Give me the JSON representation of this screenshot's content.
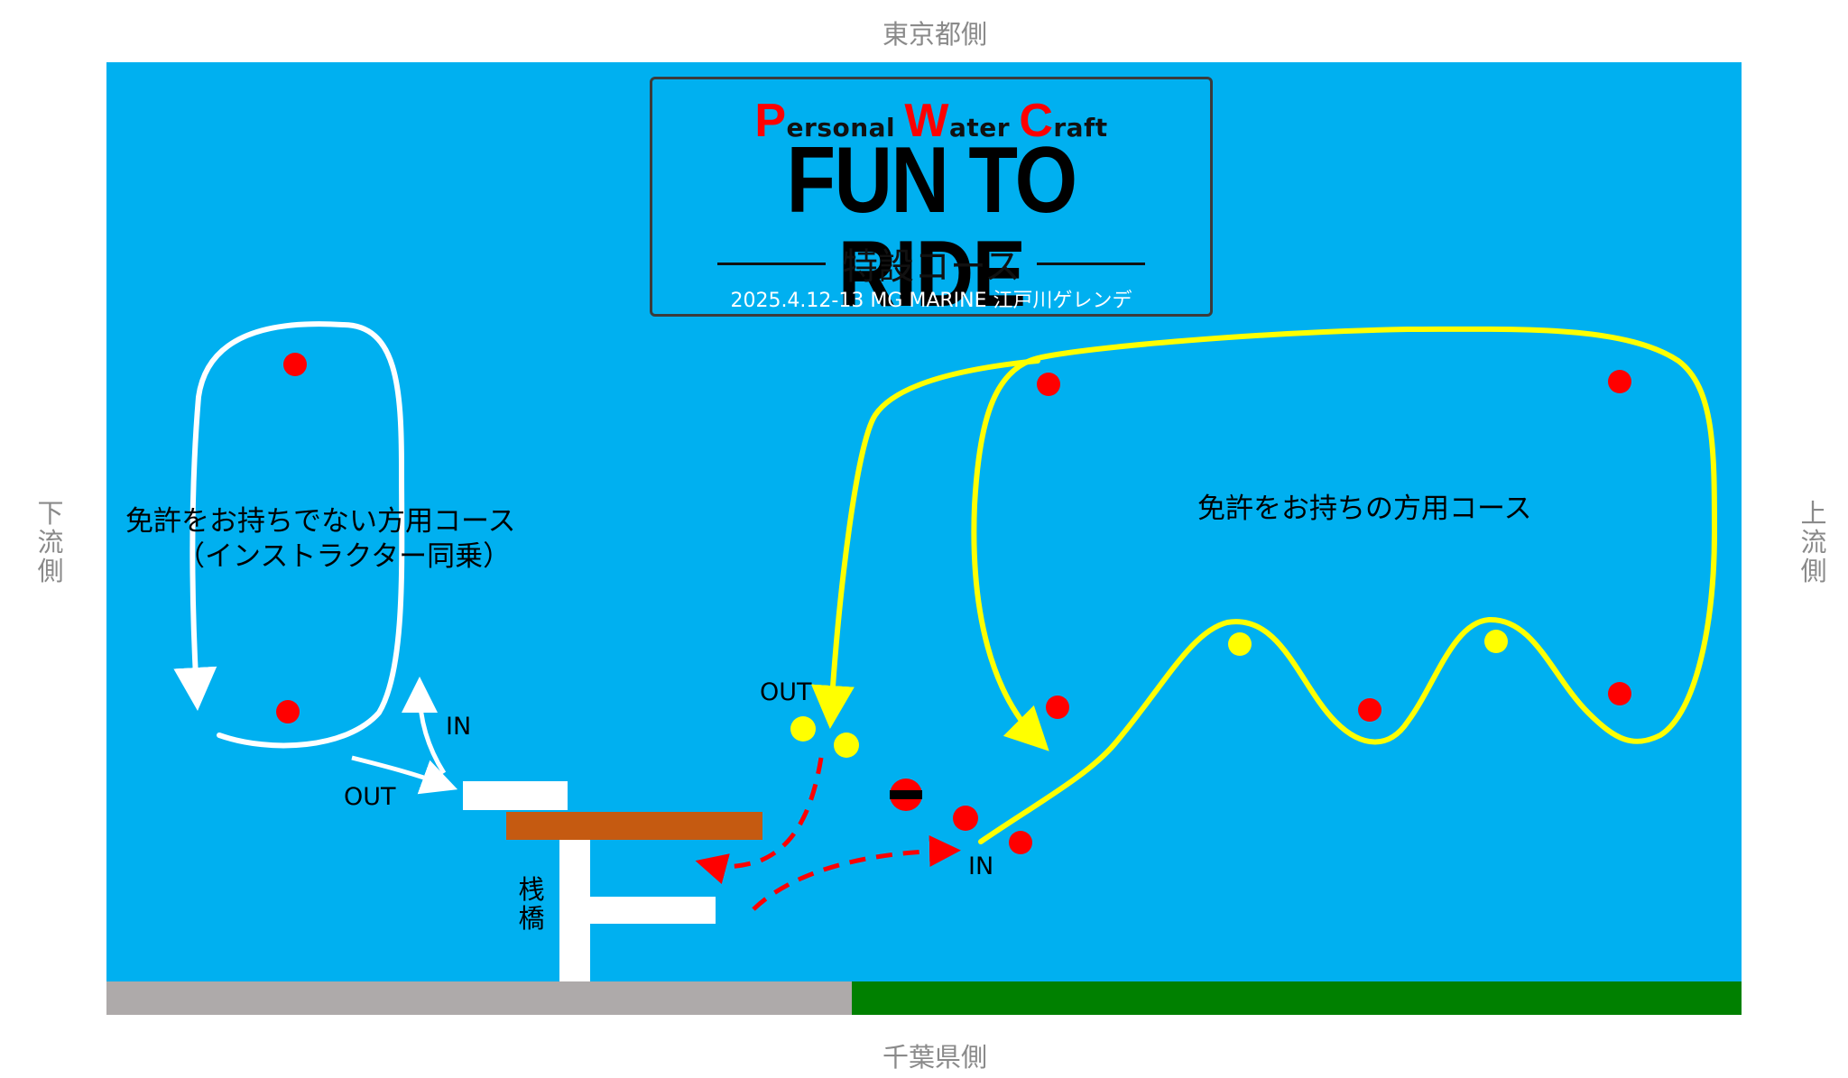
{
  "directions": {
    "top": "東京都側",
    "bottom": "千葉県側",
    "left": "下流側",
    "right": "上流側"
  },
  "title_block": {
    "p_cap": "P",
    "p_rest": "ersonal ",
    "w_cap": "W",
    "w_rest": "ater ",
    "c_cap": "C",
    "c_rest": "raft",
    "main_title": "FUN TO RIDE",
    "subtitle": "特設コース",
    "event": "2025.4.12-13 MG MARINE 江戸川ゲレンデ"
  },
  "courses": {
    "unlicensed_line1": "免許をお持ちでない方用コース",
    "unlicensed_line2": "（インストラクター同乗）",
    "licensed": "免許をお持ちの方用コース"
  },
  "labels": {
    "in_left": "IN",
    "out_left": "OUT",
    "out_right": "OUT",
    "in_right": "IN",
    "pier": "桟橋"
  },
  "colors": {
    "water": "#00b0f0",
    "shore_left": "#aeaaaa",
    "shore_right": "#008000",
    "buoy_red": "#ff0000",
    "buoy_yellow": "#ffff00",
    "licensed_course": "#ffff00",
    "unlicensed_course": "#ffffff",
    "transfer_route": "#ff0000",
    "pier_deck": "#c55a11"
  }
}
